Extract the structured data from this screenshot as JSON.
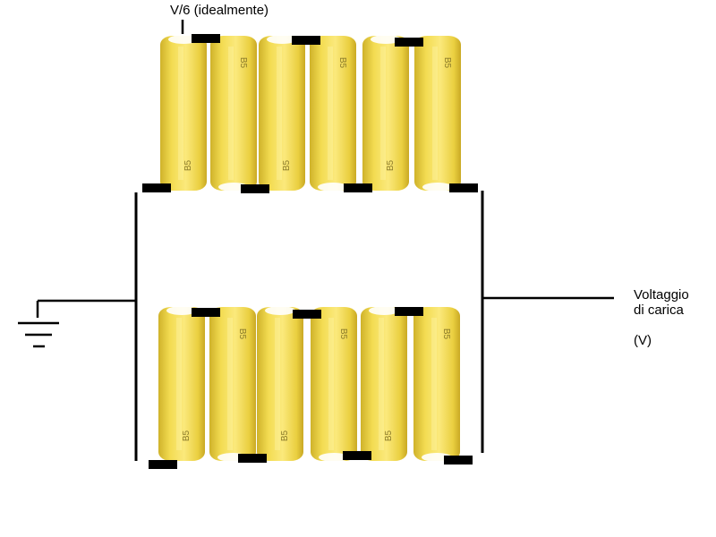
{
  "labels": {
    "tap_voltage": "V/6 (idealmente)",
    "charge_voltage": "Voltaggio\ndi carica\n\n(V)"
  },
  "cell_marking": "B5",
  "colors": {
    "cell_body": "#f2da4c",
    "cell_light": "#fbea7a",
    "cell_shadow": "#d7bb2a",
    "wire": "#000000",
    "background": "#ffffff"
  },
  "banks": [
    {
      "name": "top",
      "cells": 6,
      "orientation": [
        "down",
        "up",
        "down",
        "up",
        "down",
        "up"
      ]
    },
    {
      "name": "bottom",
      "cells": 6,
      "orientation": [
        "down",
        "up",
        "down",
        "up",
        "down",
        "up"
      ]
    }
  ]
}
